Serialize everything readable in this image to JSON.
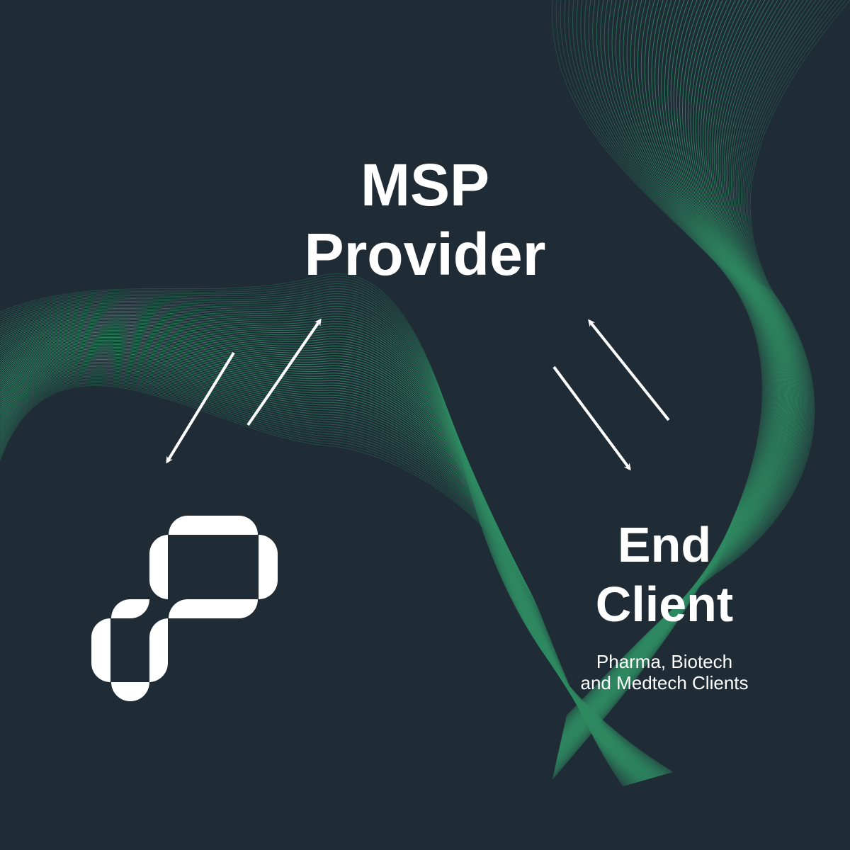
{
  "diagram": {
    "center_node": {
      "line1": "MSP",
      "line2": "Provider"
    },
    "right_node": {
      "line1": "End",
      "line2": "Client",
      "subtitle_line1": "Pharma, Biotech",
      "subtitle_line2": "and Medtech Clients"
    },
    "left_node": {
      "logo": "stylized P logo"
    },
    "edges": [
      {
        "from": "MSP Provider",
        "to": "logo",
        "direction": "down-left"
      },
      {
        "from": "logo",
        "to": "MSP Provider",
        "direction": "up-right"
      },
      {
        "from": "MSP Provider",
        "to": "End Client",
        "direction": "down-right"
      },
      {
        "from": "End Client",
        "to": "MSP Provider",
        "direction": "up-left"
      }
    ]
  },
  "colors": {
    "background": "#1f2b35",
    "wave": "#2f8a62",
    "foreground": "#ffffff"
  }
}
